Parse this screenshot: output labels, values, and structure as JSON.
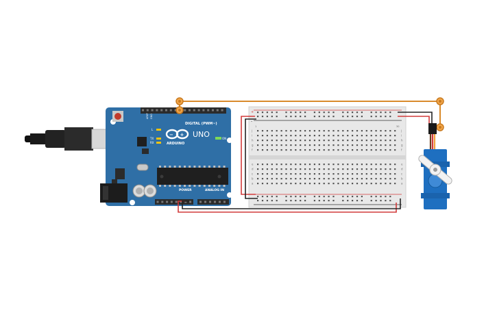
{
  "board": {
    "brand": "ARDUINO",
    "model": "UNO",
    "digital_label": "DIGITAL (PWM~)",
    "power_label": "POWER",
    "analog_label": "ANALOG IN",
    "on_label": "ON",
    "led_l": "L",
    "led_tx": "TX",
    "led_rx": "RX",
    "aref_label": "AREF",
    "gnd_label": "GND",
    "colors": {
      "pcb": "#2f6fa6",
      "header": "#2b2b2b",
      "chip": "#1f1f1f"
    }
  },
  "breadboard": {
    "row_letters_top": [
      "j",
      "i",
      "h",
      "g",
      "f"
    ],
    "row_letters_bottom": [
      "e",
      "d",
      "c",
      "b",
      "a"
    ],
    "first_column": "1",
    "last_column": "30",
    "rail_plus": "+",
    "rail_minus": "-",
    "colors": {
      "body": "#e8e8e8",
      "rail_red": "#d23a3a",
      "rail_black": "#333333"
    }
  },
  "wires": {
    "colors": {
      "signal": "#d98a2b",
      "power": "#d23a3a",
      "ground": "#222222"
    }
  },
  "servo": {
    "colors": {
      "body": "#1e6fc0",
      "horn": "#f2f2f2"
    }
  },
  "icons": {
    "usb_cable": "usb-cable-icon",
    "wire_endpoint": "wire-endpoint-icon"
  }
}
